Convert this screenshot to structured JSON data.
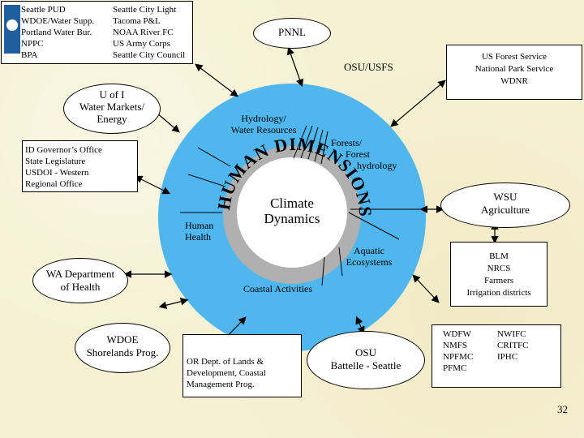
{
  "center": {
    "title_line1": "Climate",
    "title_line2": "Dynamics",
    "ring_text": "HUMAN DIMENSIONS"
  },
  "sectors": {
    "hydrology_line1": "Hydrology/",
    "hydrology_line2": "Water Resources",
    "forests_line1": "Forests/",
    "forests_line2": "Forest",
    "forests_line3": "hydrology",
    "human_health_line1": "Human",
    "human_health_line2": "Health",
    "aquatic_line1": "Aquatic",
    "aquatic_line2": "Ecosystems",
    "coastal": "Coastal Activities"
  },
  "partners": {
    "top_left_col1": [
      "Seattle PUD",
      "WDOE/Water Supp.",
      "Portland Water Bur.",
      "NPPC",
      "BPA"
    ],
    "top_left_col2": [
      "Seattle City Light",
      "Tacoma P&L",
      "NOAA River FC",
      "US Army Corps",
      "Seattle City Council"
    ],
    "pnnl": "PNNL",
    "osu_usfs": "OSU/USFS",
    "forest_service": [
      "US Forest Service",
      "National Park Service",
      "WDNR"
    ],
    "u_of_i": [
      "U of I",
      "Water Markets/",
      "Energy"
    ],
    "id_governor": [
      "ID Governor’s Office",
      "State Legislature",
      "USDOI - Western",
      "Regional Office"
    ],
    "wsu": [
      "WSU",
      "Agriculture"
    ],
    "wa_health": [
      "WA Department",
      "of Health"
    ],
    "blm": [
      "BLM",
      "NRCS",
      "Farmers",
      "Irrigation districts"
    ],
    "wdoe": [
      "WDOE",
      "Shorelands Prog."
    ],
    "or_dept": [
      "OR Dept. of Lands &",
      "Development, Coastal",
      "Management Prog."
    ],
    "osu_battelle": [
      "OSU",
      "Battelle - Seattle"
    ],
    "wdfw_col1": [
      "WDFW",
      "NMFS",
      "NPFMC",
      "PFMC"
    ],
    "wdfw_col2": [
      "NWIFC",
      "CRITFC",
      "IPHC"
    ]
  },
  "page_number": "32",
  "colors": {
    "outer_ring": "#4fb6ee",
    "inner_ring": "#b0b0b0",
    "core": "#ffffff",
    "arrow": "#000000"
  }
}
